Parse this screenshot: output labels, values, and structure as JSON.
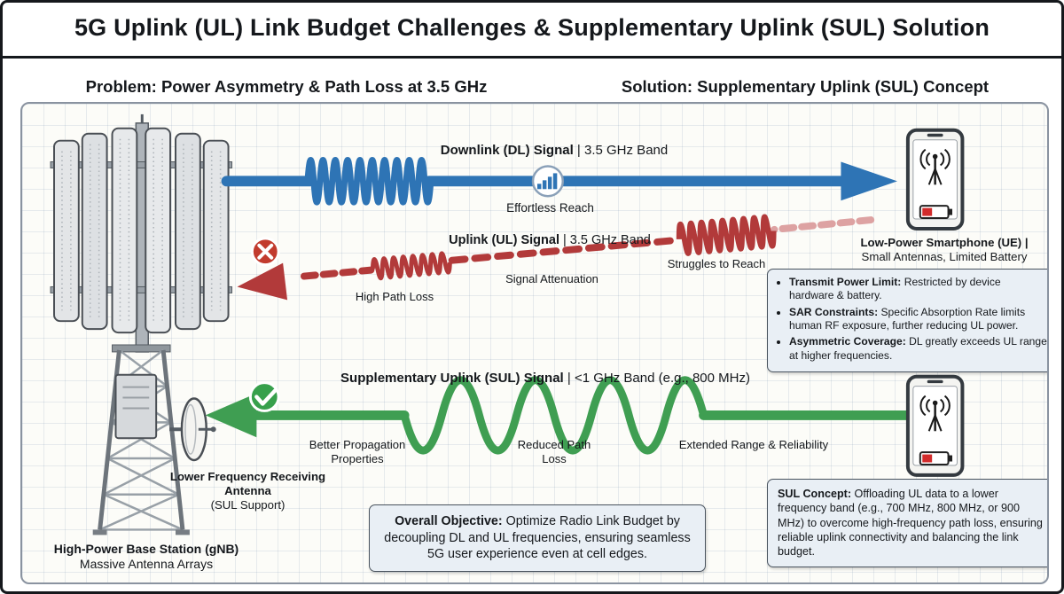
{
  "colors": {
    "downlink_blue": "#2e74b5",
    "uplink_red": "#b23a3a",
    "uplink_red_faded": "#dda2a2",
    "sul_green": "#3f9e52",
    "error_red": "#c23b2e",
    "success_green": "#37a04c",
    "info_box_fill": "#e9eff5"
  },
  "title": "5G Uplink (UL) Link Budget Challenges & Supplementary Uplink (SUL) Solution",
  "sections": {
    "problem": "Problem: Power Asymmetry & Path Loss at 3.5 GHz",
    "solution": "Solution: Supplementary Uplink (SUL) Concept"
  },
  "downlink": {
    "label_bold": "Downlink (DL) Signal",
    "label_rest": " | 3.5 GHz Band",
    "note": "Effortless Reach"
  },
  "uplink": {
    "label_bold": "Uplink (UL) Signal",
    "label_rest": " | 3.5 GHz Band",
    "note_struggles": "Struggles to Reach",
    "note_attenuation": "Signal Attenuation",
    "note_path_loss": "High Path Loss"
  },
  "sul": {
    "label_bold": "Supplementary Uplink (SUL) Signal",
    "label_rest": " | <1 GHz Band (e.g., 800 MHz)",
    "note_propagation": "Better Propagation Properties",
    "note_reduced": "Reduced Path Loss",
    "note_extended": "Extended Range & Reliability"
  },
  "ue": {
    "label_bold": "Low-Power Smartphone (UE) |",
    "label_rest": "Small Antennas, Limited Battery"
  },
  "gnb": {
    "label_bold": "High-Power Base Station (gNB)",
    "label_rest": "Massive Antenna Arrays"
  },
  "sul_antenna": {
    "label_bold": "Lower Frequency Receiving Antenna",
    "label_rest": "(SUL Support)"
  },
  "constraints_box": {
    "items": [
      {
        "bold": "Transmit Power Limit:",
        "rest": " Restricted by device hardware & battery."
      },
      {
        "bold": "SAR Constraints:",
        "rest": " Specific Absorption Rate limits human RF exposure, further reducing UL power."
      },
      {
        "bold": "Asymmetric Coverage:",
        "rest": " DL greatly exceeds UL range at higher frequencies."
      }
    ]
  },
  "objective_box": {
    "bold": "Overall Objective:",
    "rest": " Optimize Radio Link Budget by decoupling DL and UL frequencies, ensuring seamless 5G user experience even at cell edges."
  },
  "sul_box": {
    "bold": "SUL Concept:",
    "rest": " Offloading UL data to a lower frequency band (e.g., 700 MHz, 800 MHz, or 900 MHz) to overcome high-frequency path loss, ensuring reliable uplink connectivity and balancing the link budget."
  }
}
